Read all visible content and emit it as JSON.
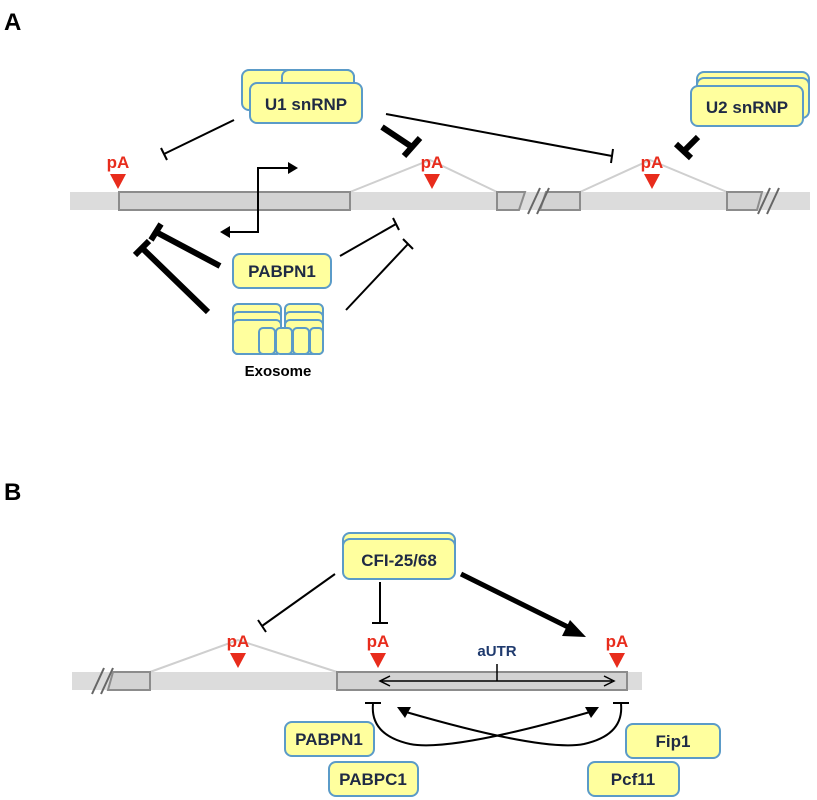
{
  "panels": {
    "a": {
      "label": "A",
      "pa_labels": [
        "pA",
        "pA",
        "pA"
      ],
      "u1_label": "U1 snRNP",
      "u2_label": "U2 snRNP",
      "pabpn1_label": "PABPN1",
      "exosome_label": "Exosome"
    },
    "b": {
      "label": "B",
      "pa_labels": [
        "pA",
        "pA",
        "pA"
      ],
      "cfi_label": "CFI-25/68",
      "autr_label": "aUTR",
      "pabpn1_label": "PABPN1",
      "pabpc1_label": "PABPC1",
      "fip1_label": "Fip1",
      "pcf11_label": "Pcf11"
    }
  },
  "colors": {
    "box_fill": "#ffff9e",
    "box_stroke": "#5b9bc8",
    "pa_red": "#e82c1c",
    "track_gray": "#dcdcdc",
    "exon_fill": "#d3d3d3",
    "exon_stroke": "#8c8c8c",
    "intron_line": "#cfcfcf",
    "autr_blue": "#1f3a6e"
  }
}
